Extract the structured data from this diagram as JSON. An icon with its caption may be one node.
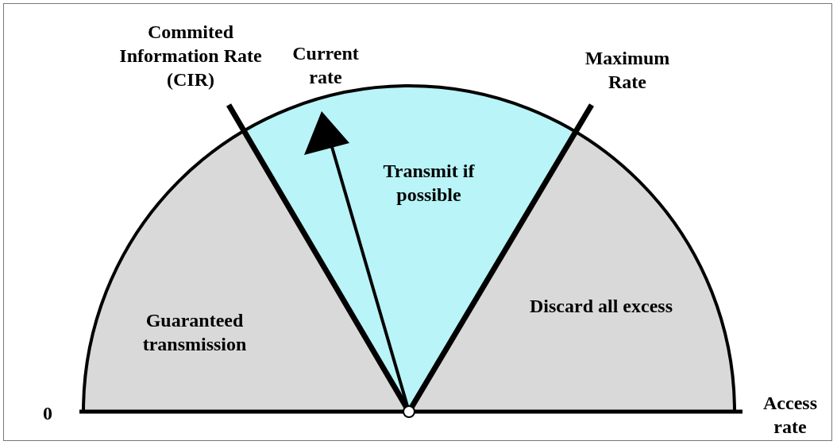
{
  "diagram": {
    "nodes": [
      {
        "text": [
          "Guaranteed transmission"
        ]
      },
      {
        "text": [
          "Transmit if possible"
        ]
      },
      {
        "text": [
          "Discard all excess"
        ]
      }
    ],
    "labels": [
      "Commited Information Rate (CIR)",
      "Current rate",
      "Maximum Rate",
      "0",
      "Access rate"
    ]
  }
}
